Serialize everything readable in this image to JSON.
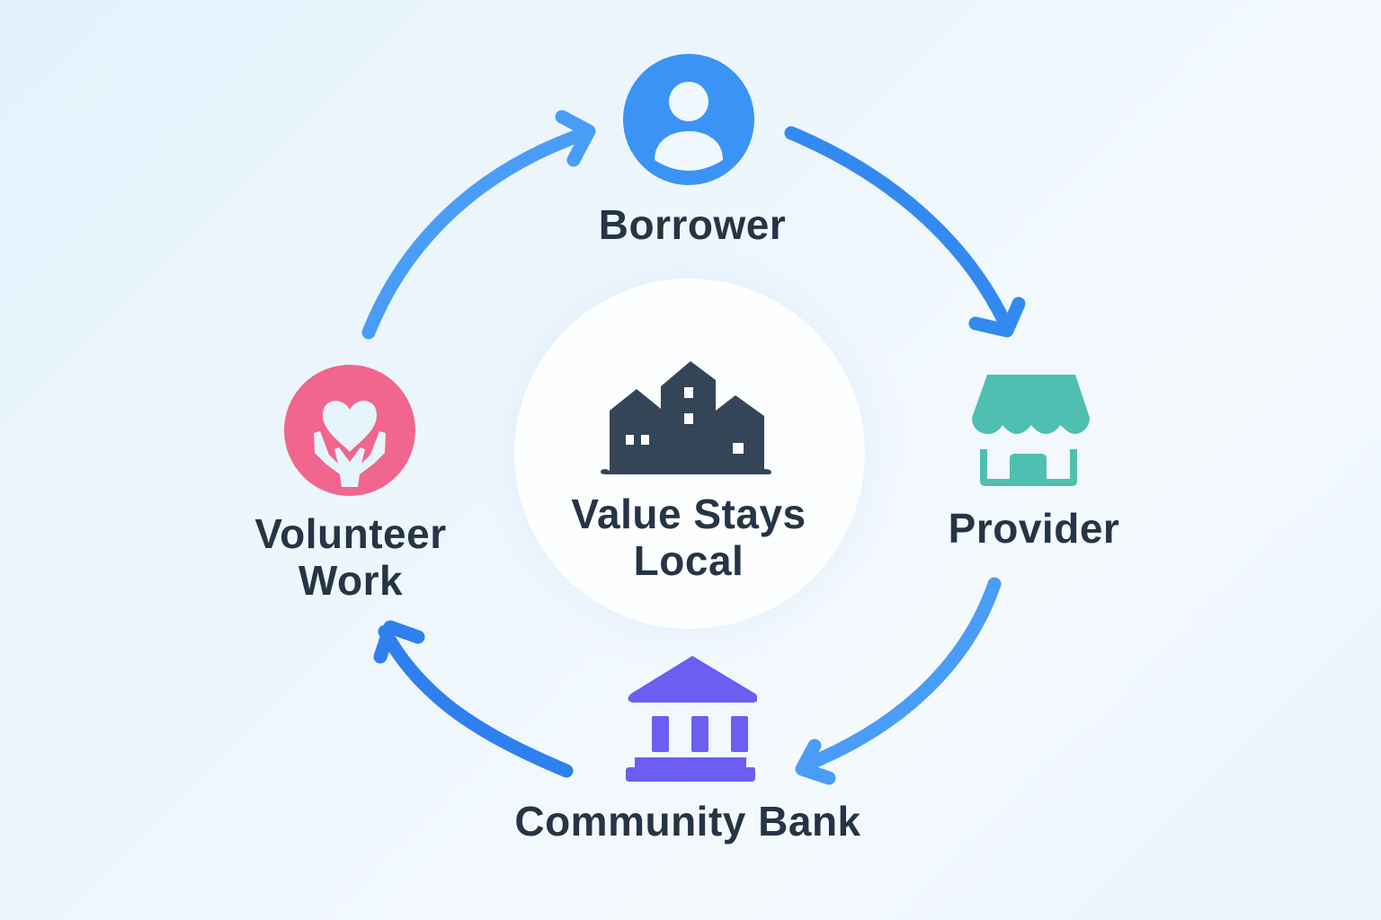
{
  "diagram": {
    "type": "cycle",
    "title": "Local value cycle",
    "center": {
      "icon": "buildings-icon",
      "label_line1": "Value Stays",
      "label_line2": "Local",
      "color": "#344558"
    },
    "nodes": [
      {
        "id": "borrower",
        "label": "Borrower",
        "icon": "user-icon",
        "color": "#3b93f5"
      },
      {
        "id": "provider",
        "label": "Provider",
        "icon": "storefront-icon",
        "color": "#4fbfb2"
      },
      {
        "id": "community-bank",
        "label": "Community Bank",
        "icon": "bank-icon",
        "color": "#6b5ef0"
      },
      {
        "id": "volunteer-work",
        "label_line1": "Volunteer",
        "label_line2": "Work",
        "icon": "heart-hands-icon",
        "color": "#f0668e"
      }
    ],
    "edges": [
      {
        "from": "borrower",
        "to": "provider"
      },
      {
        "from": "provider",
        "to": "community-bank"
      },
      {
        "from": "community-bank",
        "to": "volunteer-work"
      },
      {
        "from": "volunteer-work",
        "to": "borrower"
      }
    ],
    "arrow_color": "#3a8df2",
    "text_color": "#263445"
  }
}
